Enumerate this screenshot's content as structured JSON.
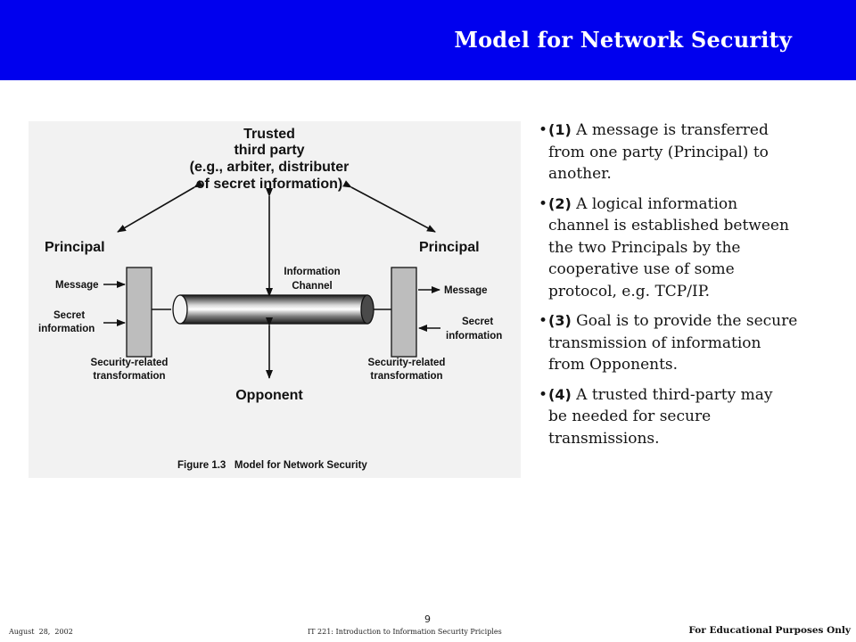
{
  "slide": {
    "title": "Model for Network Security"
  },
  "figure": {
    "trusted_party": [
      "Trusted",
      "third party",
      "(e.g., arbiter, distributer",
      "of secret information)"
    ],
    "principal_left": "Principal",
    "principal_right": "Principal",
    "message_left": "Message",
    "message_right": "Message",
    "secret_left": [
      "Secret",
      "information"
    ],
    "secret_right": [
      "Secret",
      "information"
    ],
    "info_channel": [
      "Information",
      "Channel"
    ],
    "transform_left": [
      "Security-related",
      "transformation"
    ],
    "transform_right": [
      "Security-related",
      "transformation"
    ],
    "opponent": "Opponent",
    "caption": "Figure 1.3   Model for Network Security"
  },
  "bullets": [
    {
      "number": "(1)",
      "lines": [
        " A message is transferred",
        "from one party (Principal) to",
        "another."
      ]
    },
    {
      "number": "(2)",
      "lines": [
        " A logical information",
        "channel is established between",
        "the two Principals by the",
        "cooperative use of some",
        "protocol, e.g. TCP/IP."
      ]
    },
    {
      "number": "(3)",
      "lines": [
        " Goal is to provide the secure",
        "transmission of information",
        "from Opponents."
      ]
    },
    {
      "number": "(4)",
      "lines": [
        " A trusted third-party may",
        "be needed for secure",
        "transmissions."
      ]
    }
  ],
  "footer": {
    "date": "August  28,  2002",
    "course": "IT 221: Introduction to Information Security Priciples",
    "note": "For Educational Purposes Only",
    "page": "9"
  }
}
